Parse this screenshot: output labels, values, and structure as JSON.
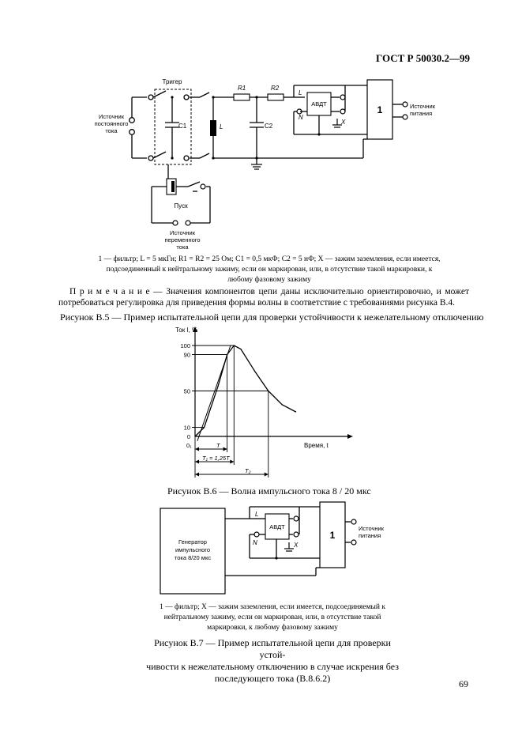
{
  "header": {
    "standard": "ГОСТ Р 50030.2—99"
  },
  "fig5": {
    "labels": {
      "trigger": "Тригер",
      "dc_source": [
        "Источник",
        "постоянного",
        "тока"
      ],
      "c1": "C1",
      "l": "L",
      "r1": "R1",
      "r2": "R2",
      "c2": "C2",
      "avdt": "АВДТ",
      "box1": "1",
      "term_l": "L",
      "term_n": "N",
      "term_x": "X",
      "power_source": [
        "Источник",
        "питания"
      ],
      "start": "Пуск",
      "ac_source": [
        "Источник",
        "переменного",
        "тока"
      ]
    },
    "legend": [
      "1 — фильтр; L = 5 мкГн; R1 = R2 = 25 Ом; C1 = 0,5 мкФ; C2 = 5 нФ; X — зажим заземления, если имеется,",
      "подсоединенный к нейтральному зажиму, если он маркирован, или, в отсутствие такой маркировки, к",
      "любому фазовому зажиму"
    ],
    "note_label": "П р и м е ч а н и е",
    "note_text": " — Значения компонентов цепи даны исключительно ориентировочно, и может потребоваться регулировка для приведения формы волны в соответствие с требованиями рисунка В.4.",
    "caption": "Рисунок В.5 — Пример испытательной цепи для проверки устойчивости к нежелательному отключению"
  },
  "fig6": {
    "caption": "Рисунок В.6 — Волна импульсного тока 8 / 20 мкс",
    "chart_data": {
      "type": "line",
      "ylabel": "Ток I, %",
      "xlabel": "Время, t",
      "y_ticks": [
        "100",
        "90",
        "50",
        "10",
        "0"
      ],
      "x_annotations": [
        "0₁",
        "T",
        "T₁ = 1,25T",
        "T₂"
      ],
      "series": [
        {
          "x": [
            0,
            0.4,
            1.0,
            1.4,
            1.7,
            2.0,
            2.6,
            3.2,
            3.8,
            4.4
          ],
          "y": [
            0,
            10,
            55,
            90,
            100,
            96,
            72,
            50,
            35,
            27
          ]
        }
      ]
    }
  },
  "fig7": {
    "labels": {
      "generator": [
        "Генератор",
        "импульсного",
        "тока 8/20 мкс"
      ],
      "avdt": "АВДТ",
      "box1": "1",
      "term_l": "L",
      "term_n": "N",
      "term_x": "X",
      "power_source": [
        "Источник",
        "питания"
      ]
    },
    "legend": [
      "1 — фильтр; X — зажим заземления, если имеется, подсоединяемый к",
      "нейтральному зажиму, если он маркирован, или, в отсутствие такой",
      "маркировки, к любому фазовому зажиму"
    ],
    "caption": [
      "Рисунок В.7 — Пример испытательной цепи для проверки устой-",
      "чивости к нежелательному отключению в случае искрения без",
      "последующего тока (В.8.6.2)"
    ]
  },
  "footer": {
    "page_number": "69"
  }
}
